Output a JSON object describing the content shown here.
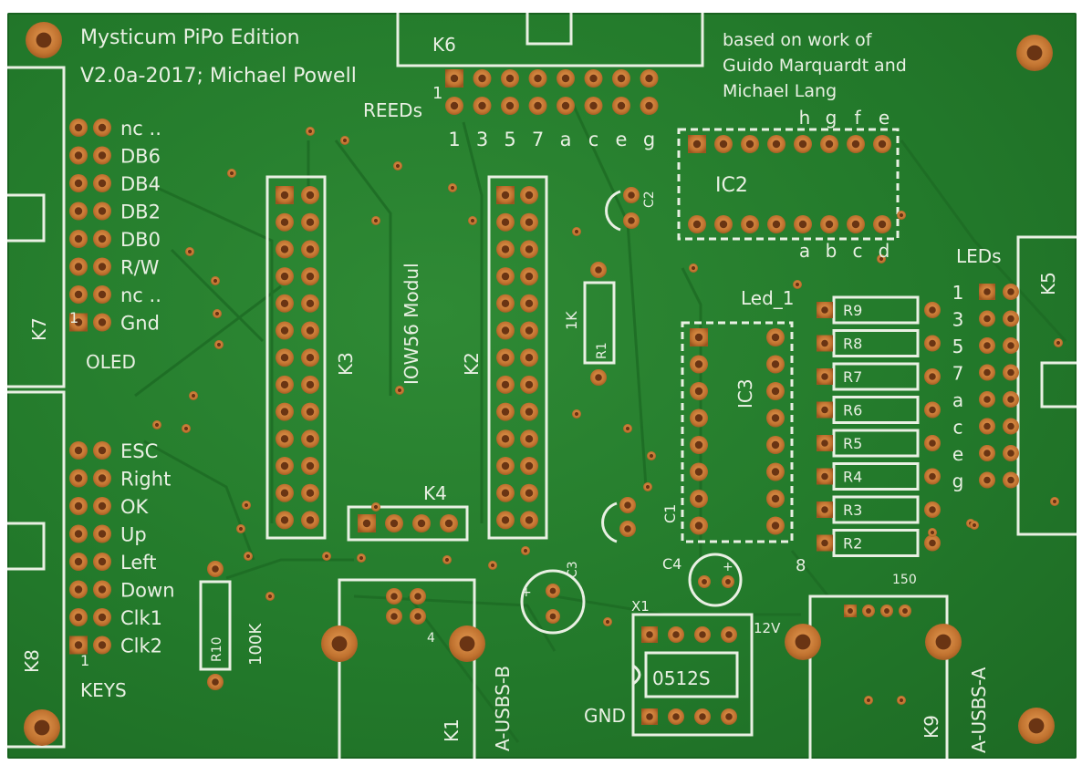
{
  "board": {
    "title": "Mysticum PiPo Edition",
    "version": "V2.0a-2017; Michael Powell",
    "credits": [
      "based on work of",
      "Guido Marquardt and",
      "Michael Lang"
    ],
    "colors": {
      "board": "#237a2b",
      "silk": "#e9f0e3",
      "copper": "#c0722f",
      "hole": "#6a3413"
    }
  },
  "oled_header": {
    "connector": "K7",
    "group_label": "OLED",
    "pin1": "1",
    "pins": [
      "nc ..",
      "DB6",
      "DB4",
      "DB2",
      "DB0",
      "R/W",
      "nc ..",
      "Gnd"
    ]
  },
  "keys_header": {
    "connector": "K8",
    "group_label": "KEYS",
    "pin1": "1",
    "pins": [
      "ESC",
      "Right",
      "OK",
      "Up",
      "Left",
      "Down",
      "Clk1",
      "Clk2"
    ]
  },
  "reeds": {
    "connector": "K6",
    "label": "REEDs",
    "pin1": "1",
    "pins": [
      "1",
      "3",
      "5",
      "7",
      "a",
      "c",
      "e",
      "g"
    ]
  },
  "ic2": {
    "label": "IC2",
    "top_pins": [
      "h",
      "g",
      "f",
      "e"
    ],
    "bottom_pins": [
      "a",
      "b",
      "c",
      "d"
    ]
  },
  "modules": {
    "k3": "K3",
    "k2": "K2",
    "module_label": "IOW56 Modul",
    "k4": "K4",
    "k4_pin": "4"
  },
  "passives": {
    "r1": "R1",
    "r1_value": "1K",
    "r10": "R10",
    "r10_value": "100K",
    "c1": "C1",
    "c2": "C2",
    "c3": "C3",
    "c4": "C4",
    "ic3": "IC3",
    "led_label": "Led_1"
  },
  "resistor_array": {
    "labels": [
      "R9",
      "R8",
      "R7",
      "R6",
      "R5",
      "R4",
      "R3",
      "R2"
    ],
    "value": "150",
    "pin_8": "8"
  },
  "leds": {
    "label": "LEDs",
    "connector": "K5",
    "pins": [
      "1",
      "3",
      "5",
      "7",
      "a",
      "c",
      "e",
      "g"
    ]
  },
  "power": {
    "x1": "X1",
    "v12": "12V",
    "gnd": "GND",
    "chip": "0512S"
  },
  "usb": {
    "k1": "K1",
    "k1_label": "A-USBS-B",
    "k9": "K9",
    "k9_label": "A-USBS-A"
  }
}
